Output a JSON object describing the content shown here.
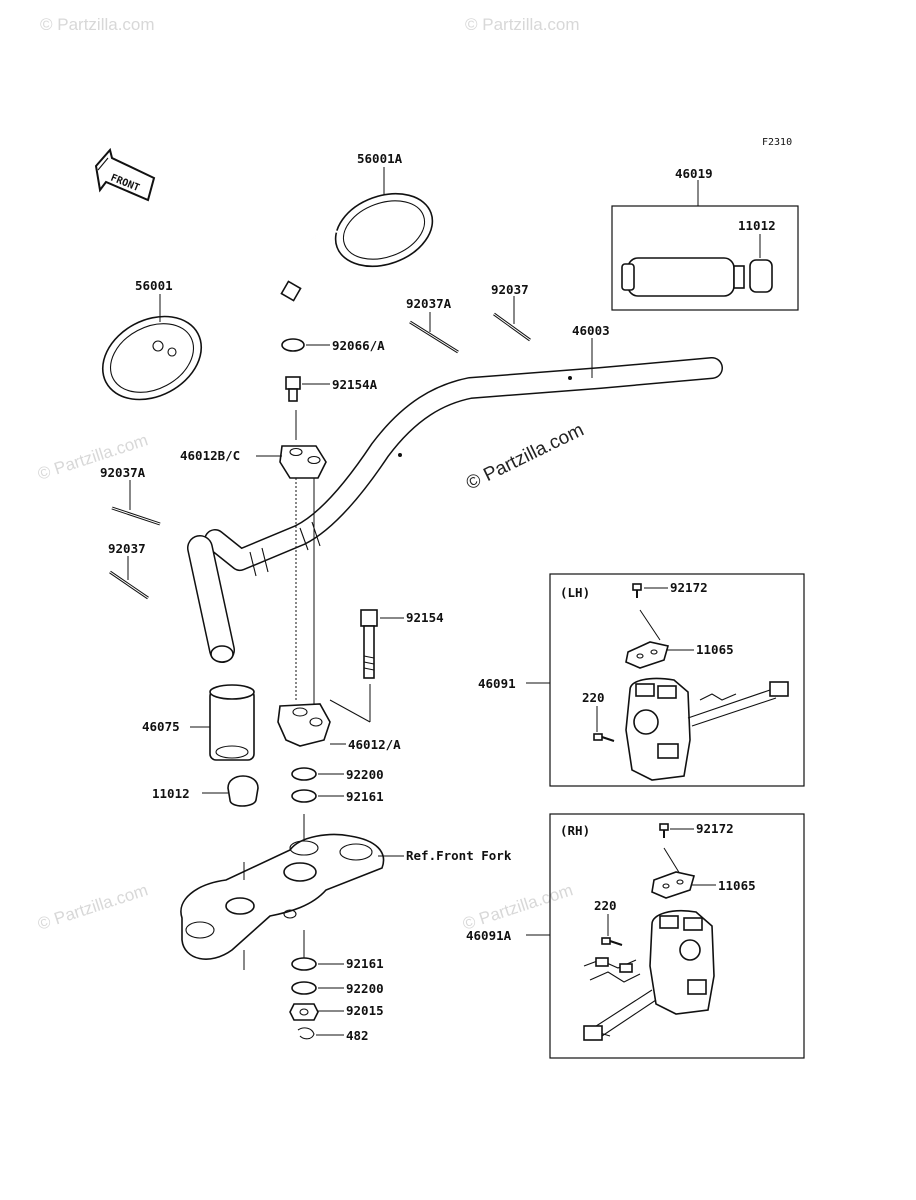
{
  "diagram": {
    "figure_code": "F2310",
    "front_label": "FRONT",
    "watermark": "© Partzilla.com",
    "center_watermark": "© Partzilla.com",
    "parts": {
      "p56001A": "56001A",
      "p56001": "56001",
      "p46019": "46019",
      "p11012_top": "11012",
      "p92037A_top": "92037A",
      "p92037_top": "92037",
      "p46003": "46003",
      "p92066": "92066/A",
      "p92154A": "92154A",
      "p46012BC": "46012B/C",
      "p92037A_left": "92037A",
      "p92037_left": "92037",
      "p92154": "92154",
      "p46075": "46075",
      "p46012A": "46012/A",
      "p92200_top": "92200",
      "p92161_top": "92161",
      "p11012_left": "11012",
      "ref_front_fork": "Ref.Front Fork",
      "p92161_bot": "92161",
      "p92200_bot": "92200",
      "p92015": "92015",
      "p482": "482"
    },
    "lh_box": {
      "side": "(LH)",
      "assembly": "46091",
      "screw": "92172",
      "plate": "11065",
      "bolt": "220"
    },
    "rh_box": {
      "side": "(RH)",
      "assembly": "46091A",
      "screw": "92172",
      "plate": "11065",
      "bolt": "220"
    }
  }
}
